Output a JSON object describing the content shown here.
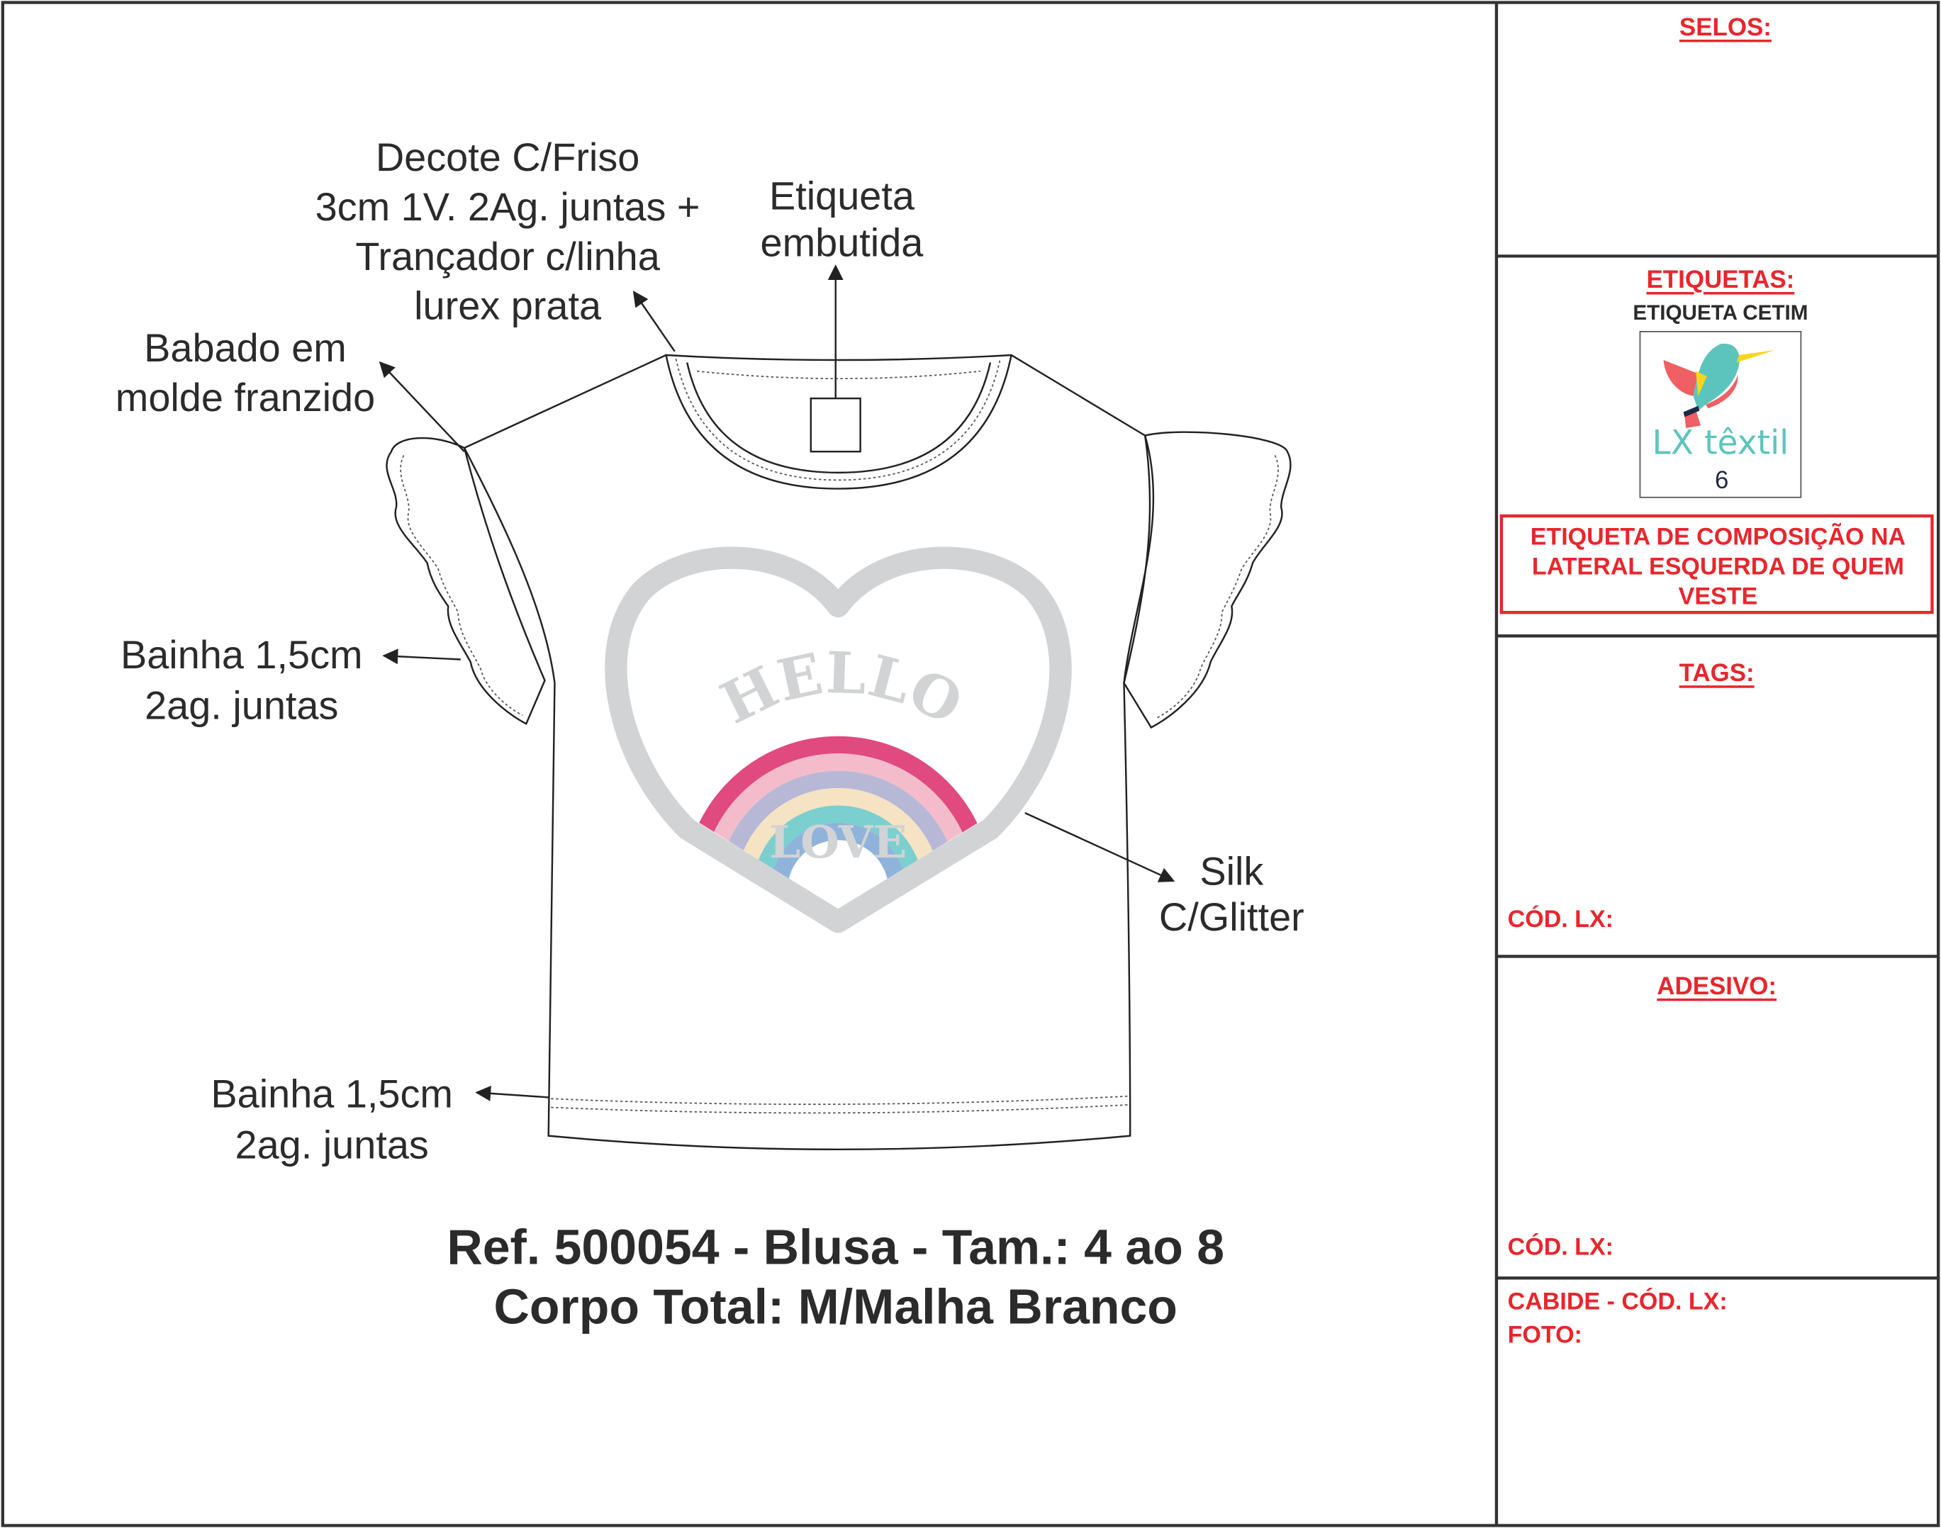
{
  "annotations": {
    "decote": [
      "Decote C/Friso",
      "3cm 1V. 2Ag. juntas +",
      "Trançador c/linha",
      "lurex prata"
    ],
    "etiqueta": [
      "Etiqueta",
      "embutida"
    ],
    "babado": [
      "Babado em",
      "molde franzido"
    ],
    "bainha_manga": [
      "Bainha 1,5cm",
      "2ag. juntas"
    ],
    "silk": [
      "Silk",
      "C/Glitter"
    ],
    "bainha_barra": [
      "Bainha 1,5cm",
      "2ag. juntas"
    ]
  },
  "artwork": {
    "top_word": "HELLO",
    "bottom_word": "LOVE"
  },
  "title": {
    "line1": "Ref. 500054 - Blusa - Tam.: 4 ao 8",
    "line2": "Corpo Total: M/Malha Branco"
  },
  "panel": {
    "selos": {
      "heading": "SELOS:"
    },
    "etiquetas": {
      "heading": "ETIQUETAS:",
      "subheading": "ETIQUETA CETIM",
      "logo_text": "LX têxtil",
      "size": "6",
      "notice": [
        "ETIQUETA DE COMPOSIÇÃO NA",
        "LATERAL ESQUERDA DE QUEM",
        "VESTE"
      ]
    },
    "tags": {
      "heading": "TAGS:",
      "code_label": "CÓD. LX:"
    },
    "adesivo": {
      "heading": "ADESIVO:",
      "code_label": "CÓD. LX:"
    },
    "cabide": {
      "code_label": "CABIDE - CÓD. LX:",
      "foto_label": "FOTO:"
    }
  },
  "colors": {
    "accent_red": "#e8262d",
    "print_gray": "#d1d3d4",
    "rainbow": [
      "#e04a7f",
      "#f4bccb",
      "#b7b8d6",
      "#f5e3c3",
      "#7bcfcf",
      "#8fb3da"
    ]
  }
}
